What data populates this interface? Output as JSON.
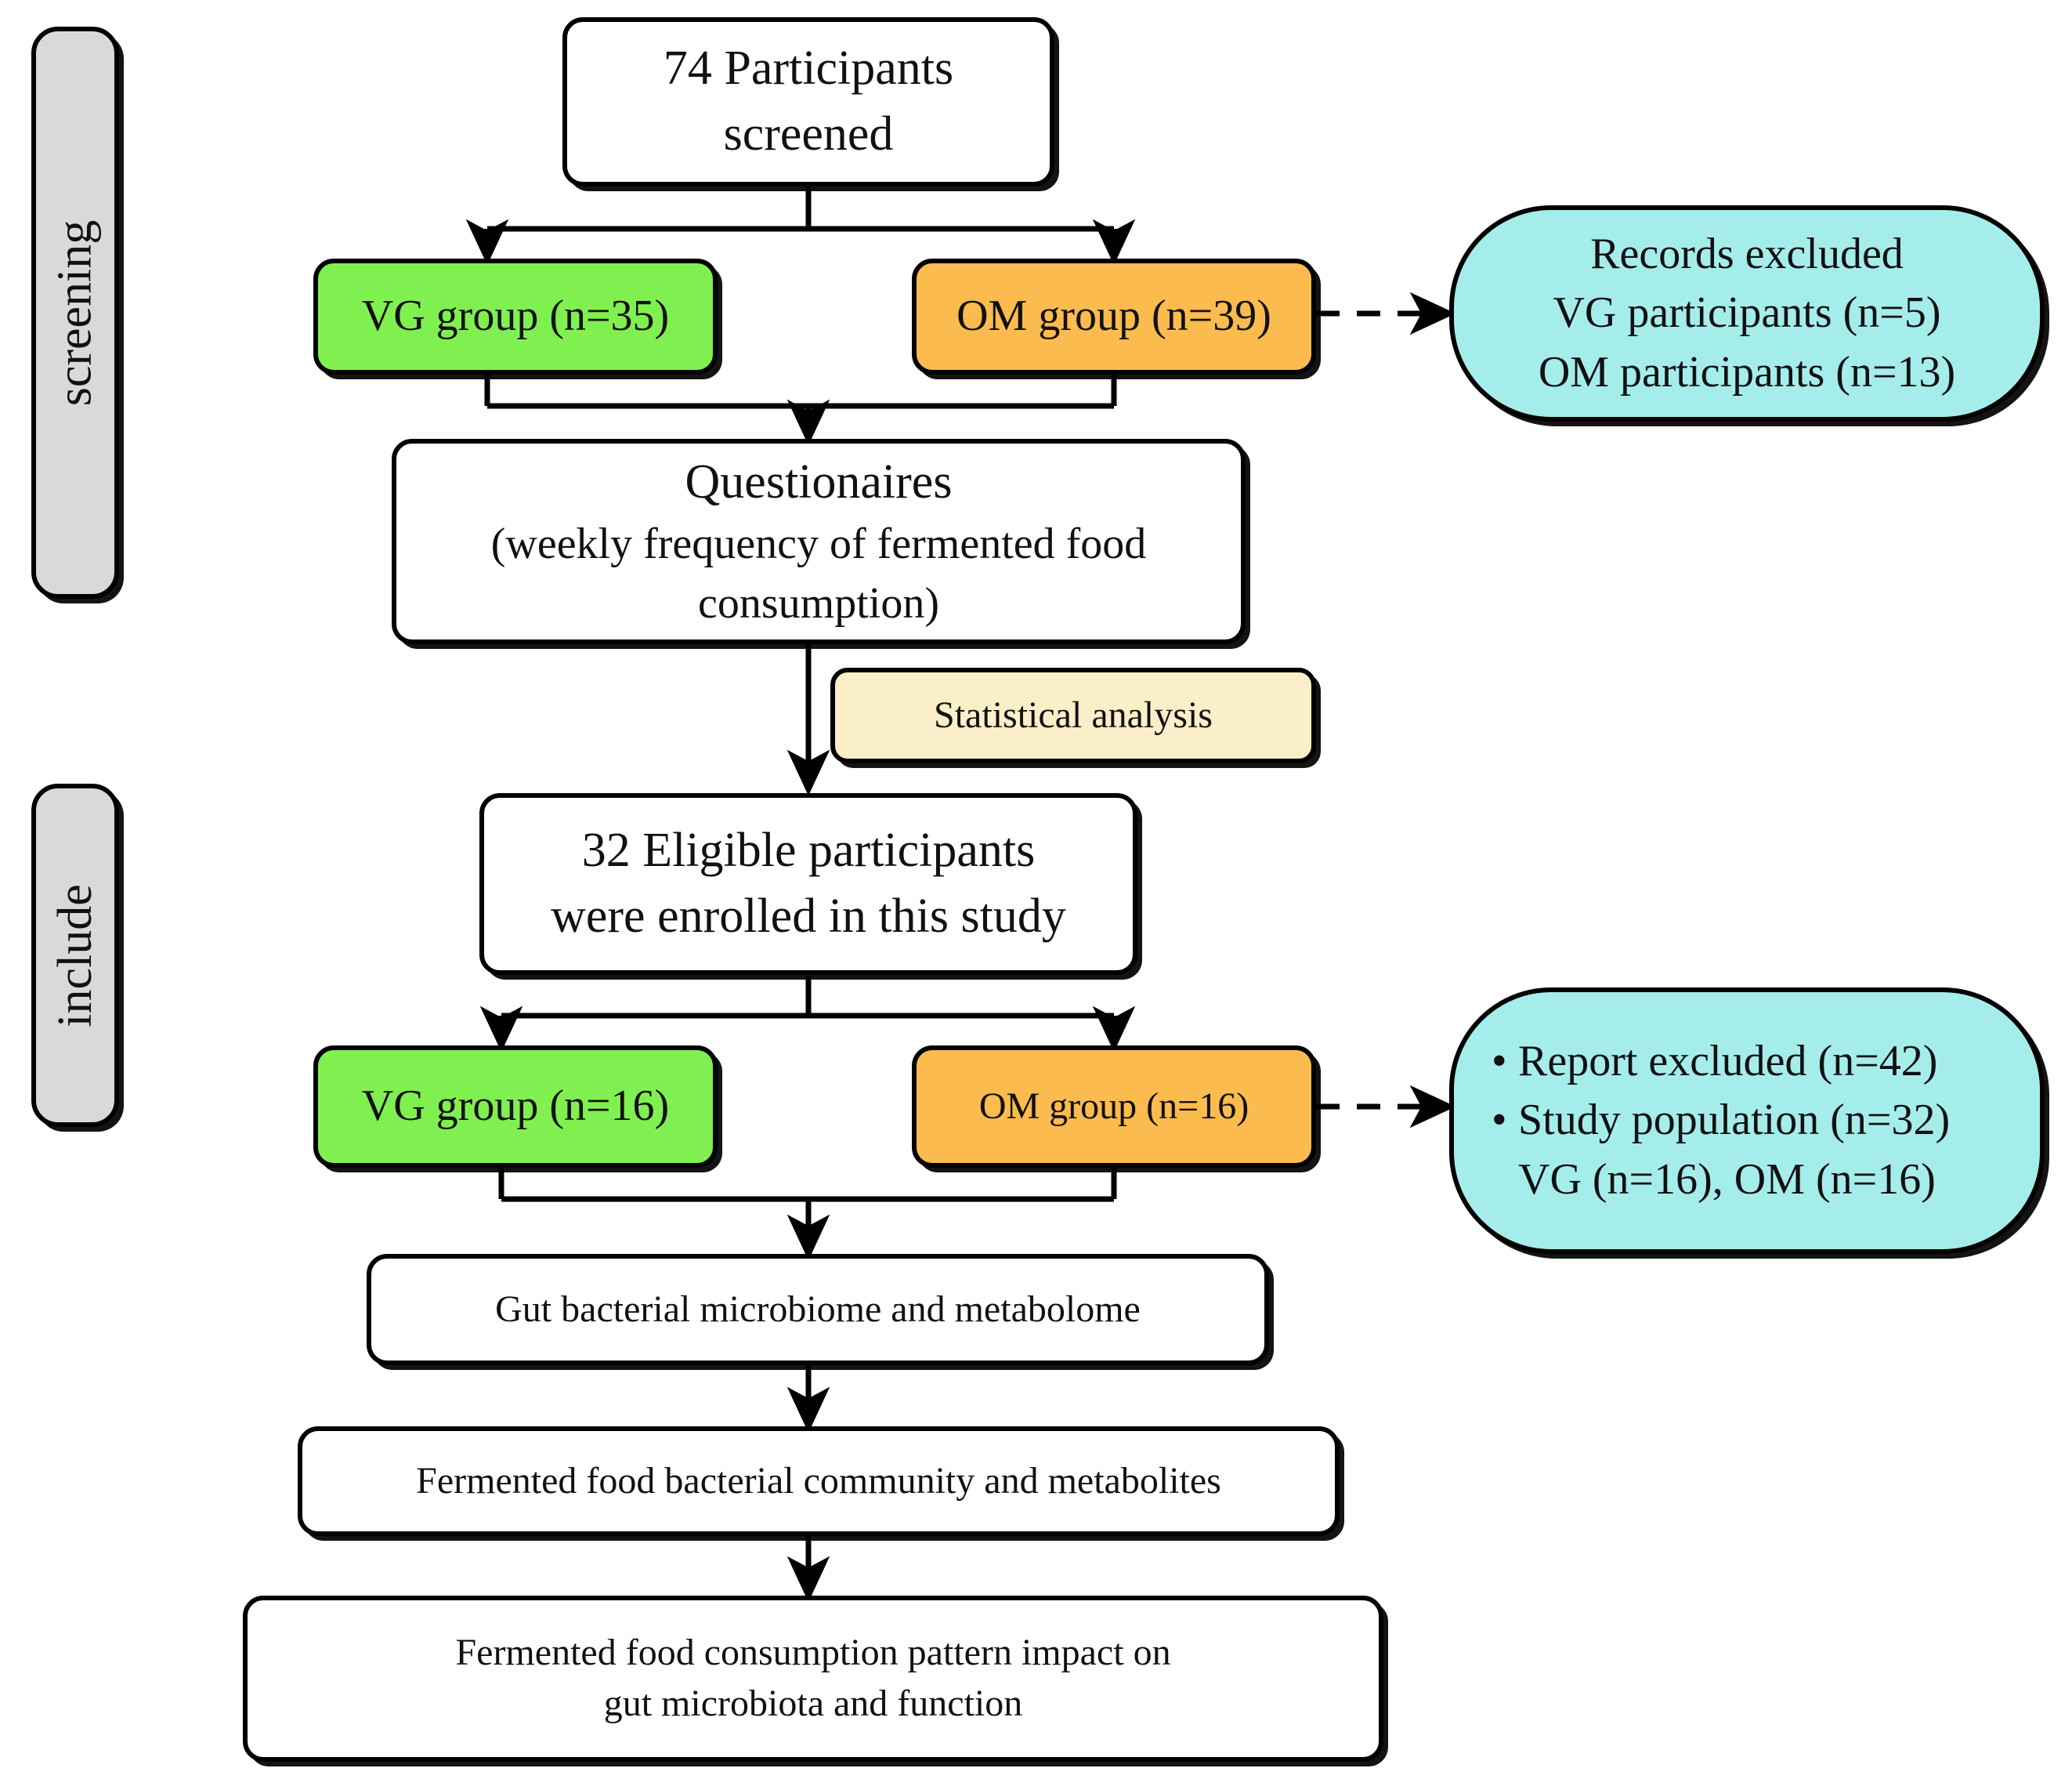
{
  "diagram": {
    "title_semantics": "study-participant-flowchart",
    "sidebar": {
      "bands": [
        {
          "label": "screening"
        },
        {
          "label": "include"
        }
      ]
    },
    "nodes": {
      "screened": {
        "line1": "74 Participants",
        "line2": "screened",
        "fill": "#ffffff"
      },
      "vg_screen": {
        "label": "VG group (n=35)",
        "fill": "#80F050"
      },
      "om_screen": {
        "label": "OM group (n=39)",
        "fill": "#FBBB4E"
      },
      "records_excluded": {
        "line1": "Records excluded",
        "line2": "VG participants (n=5)",
        "line3": "OM participants (n=13)",
        "fill": "#A5EDEB"
      },
      "questionnaires": {
        "line1": "Questionaires",
        "line2": "(weekly frequency of fermented food",
        "line3": "consumption)",
        "fill": "#ffffff"
      },
      "statistical_analysis": {
        "label": "Statistical analysis",
        "fill": "#FAEFC8"
      },
      "eligible": {
        "line1": "32 Eligible participants",
        "line2": "were enrolled in this study",
        "fill": "#ffffff"
      },
      "vg_include": {
        "label": "VG group (n=16)",
        "fill": "#80F050"
      },
      "om_include": {
        "label": "OM group (n=16)",
        "fill": "#FBBB4E"
      },
      "report_excluded": {
        "bullet1": "Report excluded (n=42)",
        "bullet2": "Study population (n=32)",
        "line3": "VG (n=16), OM (n=16)",
        "fill": "#A5EDEB"
      },
      "gut": {
        "label": "Gut bacterial microbiome and metabolome",
        "fill": "#ffffff"
      },
      "food": {
        "label": "Fermented food bacterial community  and metabolites",
        "fill": "#ffffff"
      },
      "impact": {
        "line1": "Fermented food consumption pattern impact on",
        "line2": "gut microbiota and function",
        "fill": "#ffffff"
      }
    },
    "colors": {
      "stroke": "#000000",
      "green": "#80F050",
      "orange": "#FBBB4E",
      "cyan": "#A5EDEB",
      "pale_yellow": "#FAEFC8",
      "gray_band": "#d9d9d9",
      "background": "#ffffff"
    }
  }
}
